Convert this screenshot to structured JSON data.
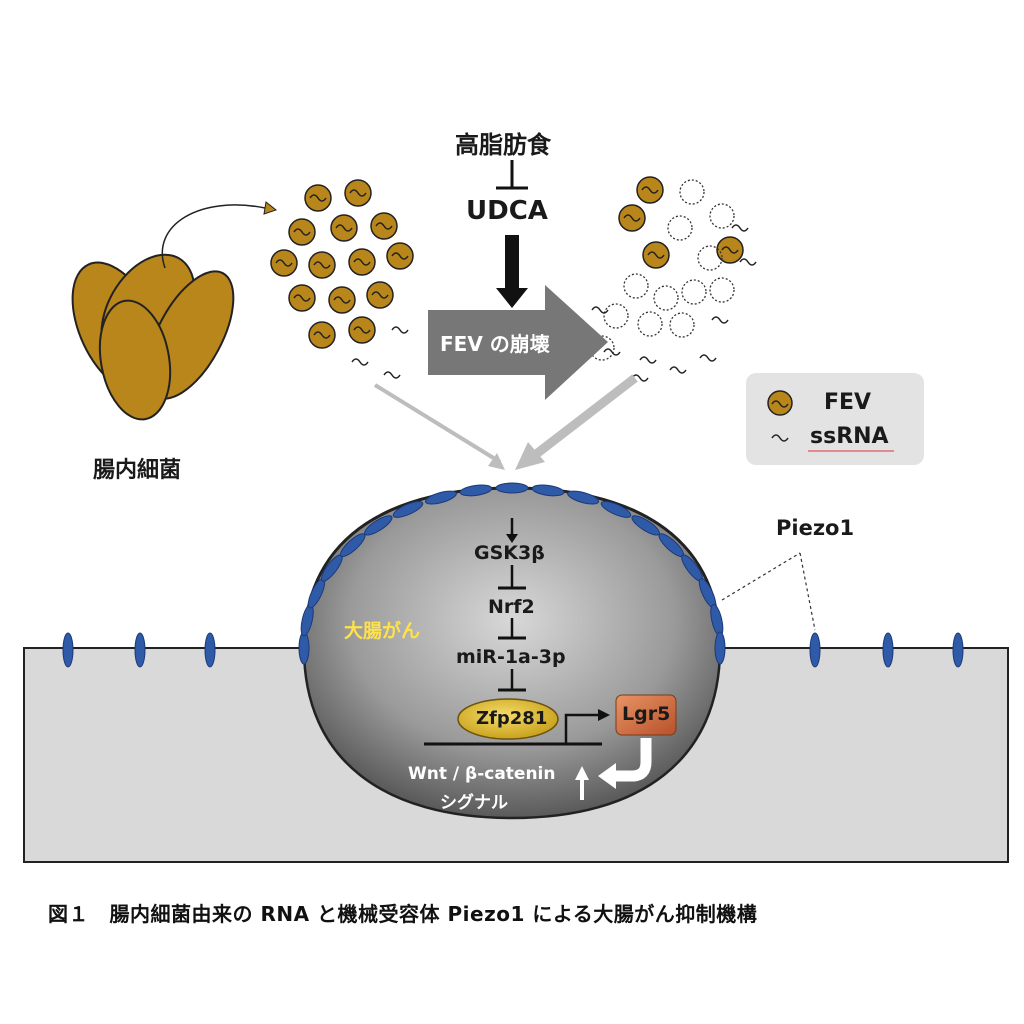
{
  "labels": {
    "diet": "高脂肪食",
    "udca": "UDCA",
    "fev_collapse": "FEV の崩壊",
    "bacteria": "腸内細菌",
    "piezo": "Piezo1",
    "tumor": "大腸がん",
    "gsk": "GSK3β",
    "nrf2": "Nrf2",
    "mir": "miR-1a-3p",
    "zfp": "Zfp281",
    "lgr5": "Lgr5",
    "wnt": "Wnt / β-catenin",
    "signal": "シグナル"
  },
  "legend": {
    "fev": "FEV",
    "ssrna": "ssRNA",
    "fev_symbol": "~",
    "ssrna_symbol": "~"
  },
  "caption": "図１　腸内細菌由来の RNA と機械受容体 Piezo1 による大腸がん抑制機構",
  "colors": {
    "bacteria": "#b8861a",
    "fev": "#b8861a",
    "receptor": "#2f5aa8",
    "arrow_gray": "#777777",
    "tumor_yellow": "#ffe14a",
    "zfp_fill": "#e8c53a",
    "lgr5_fill": "#d9743a"
  }
}
